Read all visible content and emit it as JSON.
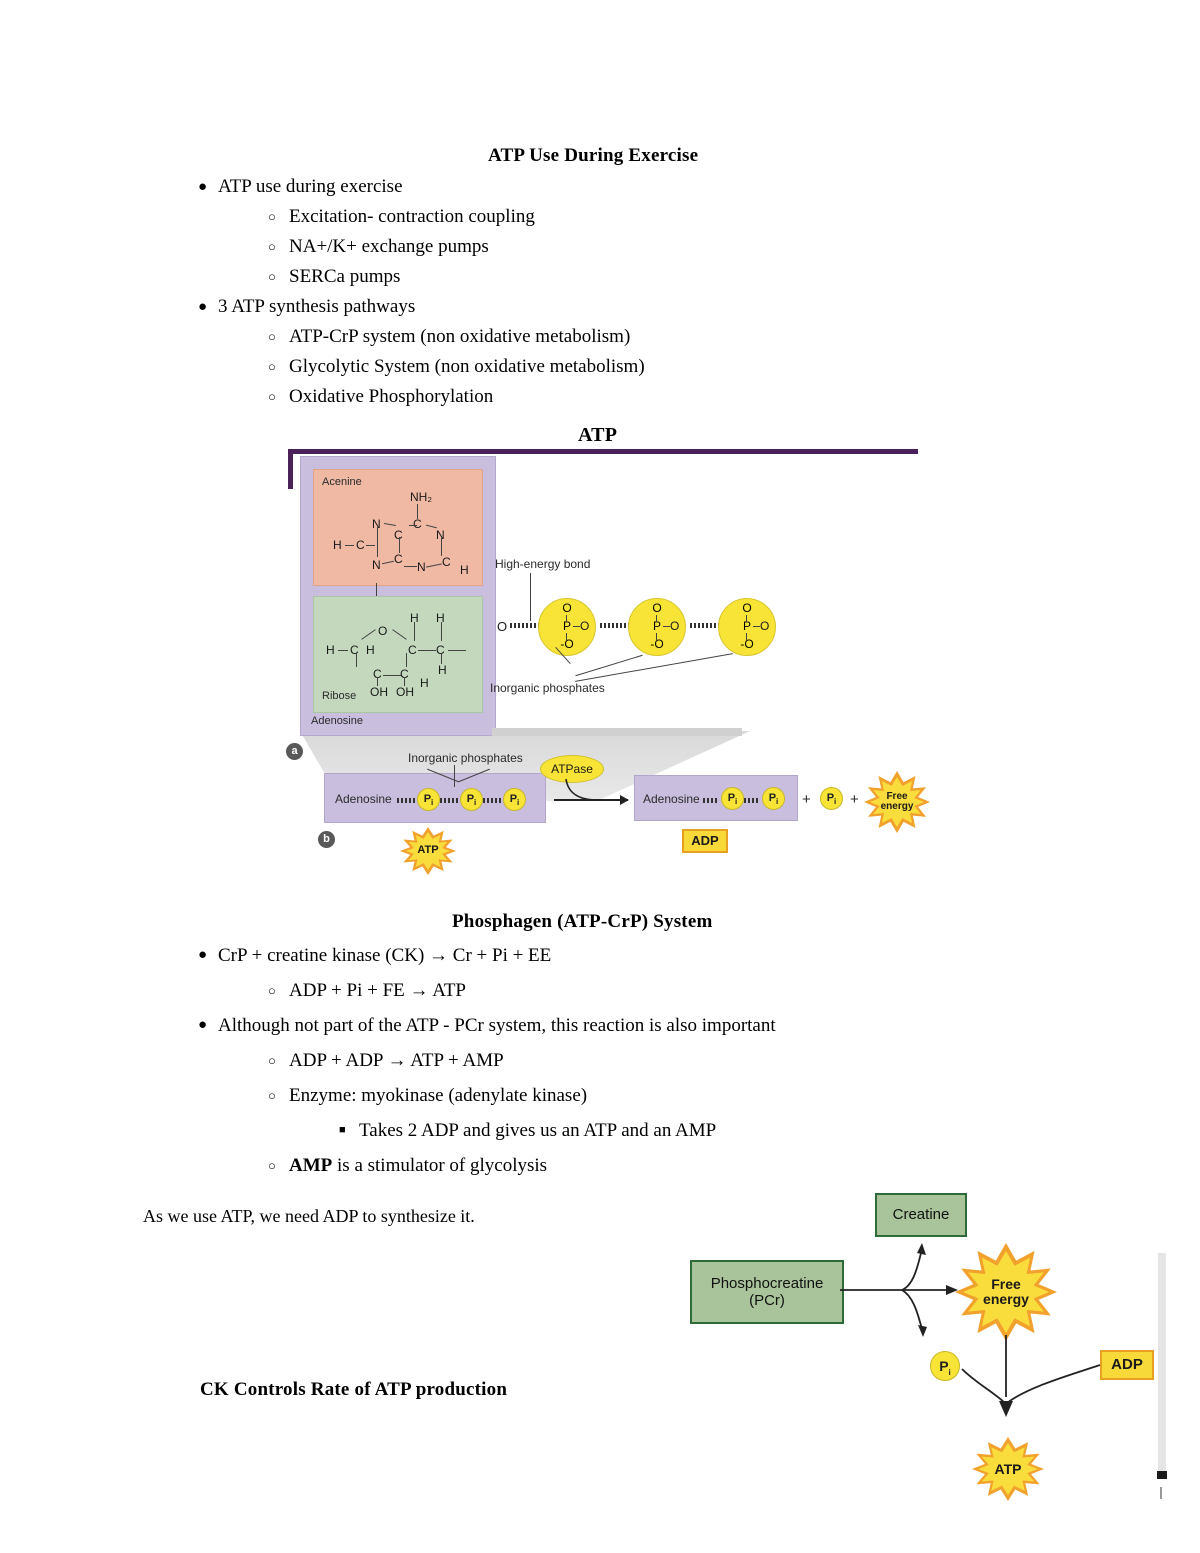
{
  "document": {
    "title": "ATP Use During Exercise"
  },
  "section1": {
    "heading": "ATP Use During Exercise",
    "bullets": [
      {
        "level": 1,
        "marker": "●",
        "text": "ATP use during exercise"
      },
      {
        "level": 2,
        "marker": "○",
        "text": "Excitation- contraction coupling"
      },
      {
        "level": 2,
        "marker": "○",
        "text": "NA+/K+ exchange pumps"
      },
      {
        "level": 2,
        "marker": "○",
        "text": "SERCa pumps"
      },
      {
        "level": 1,
        "marker": "●",
        "text": "3 ATP synthesis pathways"
      },
      {
        "level": 2,
        "marker": "○",
        "text": "ATP-CrP system (non oxidative metabolism)"
      },
      {
        "level": 2,
        "marker": "○",
        "text": "Glycolytic System (non oxidative metabolism)"
      },
      {
        "level": 2,
        "marker": "○",
        "text": "Oxidative Phosphorylation"
      }
    ]
  },
  "atp_figure": {
    "caption": "ATP",
    "adenosine_label": "Adenosine",
    "adenine_label": "Acenine",
    "ribose_label": "Ribose",
    "high_energy_bond_label": "High-energy bond",
    "inorganic_phosphates_label": "Inorganic phosphates",
    "inorganic_phosphates_label_b": "Inorganic phosphates",
    "adenine_atoms": {
      "nh2": "NH₂",
      "c_top": "C",
      "n_upper_left": "N",
      "n_upper_right": "N",
      "c_center_left": "C",
      "c_center_right": "C",
      "h_left": "H",
      "c_left": "C",
      "n_lower_left": "N",
      "n_lower_right": "N",
      "c_bottom": "C",
      "c_bottom_right": "C",
      "h_right": "H"
    },
    "ribose_atoms": {
      "h_left": "H",
      "c1": "C",
      "h1": "H",
      "o_ring": "O",
      "h_top1": "H",
      "h_top2": "H",
      "c2": "C",
      "c3": "C",
      "o_right": "O",
      "h_right": "H",
      "c4": "C",
      "c5": "C",
      "h_mid": "H",
      "oh1": "OH",
      "oh2": "OH"
    },
    "phosphate_atoms": {
      "o_top": "O",
      "p": "P",
      "o_right": "O",
      "o_bottom": "-O"
    },
    "marker_a": "a",
    "marker_b": "b",
    "reaction": {
      "left_label": "Adenosine",
      "left_phosphates": [
        "P",
        "P",
        "P"
      ],
      "left_tag": "ATP",
      "enzyme": "ATPase",
      "right_label": "Adenosine",
      "right_phosphates": [
        "P",
        "P"
      ],
      "right_tag": "ADP",
      "plus1": "+",
      "free_pi": "P",
      "plus2": "+",
      "free_energy": "Free energy",
      "pi_subscript": "i"
    }
  },
  "section2": {
    "heading": "Phosphagen (ATP-CrP) System",
    "bullets": [
      {
        "level": 1,
        "marker": "●",
        "text": "CrP + creatine kinase (CK) → Cr + Pi + EE"
      },
      {
        "level": 2,
        "marker": "○",
        "text": "ADP + Pi + FE → ATP"
      },
      {
        "level": 1,
        "marker": "●",
        "text": "Although not part of the ATP - PCr system, this reaction is also important"
      },
      {
        "level": 2,
        "marker": "○",
        "text": "ADP + ADP → ATP + AMP"
      },
      {
        "level": 2,
        "marker": "○",
        "text": "Enzyme: myokinase (adenylate kinase)"
      },
      {
        "level": 3,
        "marker": "■",
        "text": "Takes 2 ADP and gives us an ATP and an AMP"
      },
      {
        "level": 2,
        "marker": "○",
        "text": "AMP is a stimulator of glycolysis",
        "bold_prefix": "AMP",
        "bold_rest": " is a stimulator of glycolysis"
      }
    ]
  },
  "section3": {
    "note": "As we use ATP, we need ADP to synthesize it.",
    "heading": "CK Controls Rate of ATP production"
  },
  "pcr_figure": {
    "creatine_label": "Creatine",
    "phosphocreatine_label_line1": "Phosphocreatine",
    "phosphocreatine_label_line2": "(PCr)",
    "free_energy_label": "Free energy",
    "pi_label": "P",
    "pi_subscript": "i",
    "adp_label": "ADP",
    "atp_label": "ATP"
  },
  "colors": {
    "rule_purple": "#4a2259",
    "adenosine_lavender": "#c9bede",
    "adenine_salmon": "#efb9a4",
    "ribose_green": "#c3d8bd",
    "phosphate_yellow": "#f7e437",
    "star_yellow": "#f9dd3c",
    "star_orange": "#f1a12c",
    "tag_border_orange": "#e8a020",
    "green_box_fill": "#a9c49a",
    "green_box_border": "#2d6b39",
    "marker_gray": "#595959"
  }
}
